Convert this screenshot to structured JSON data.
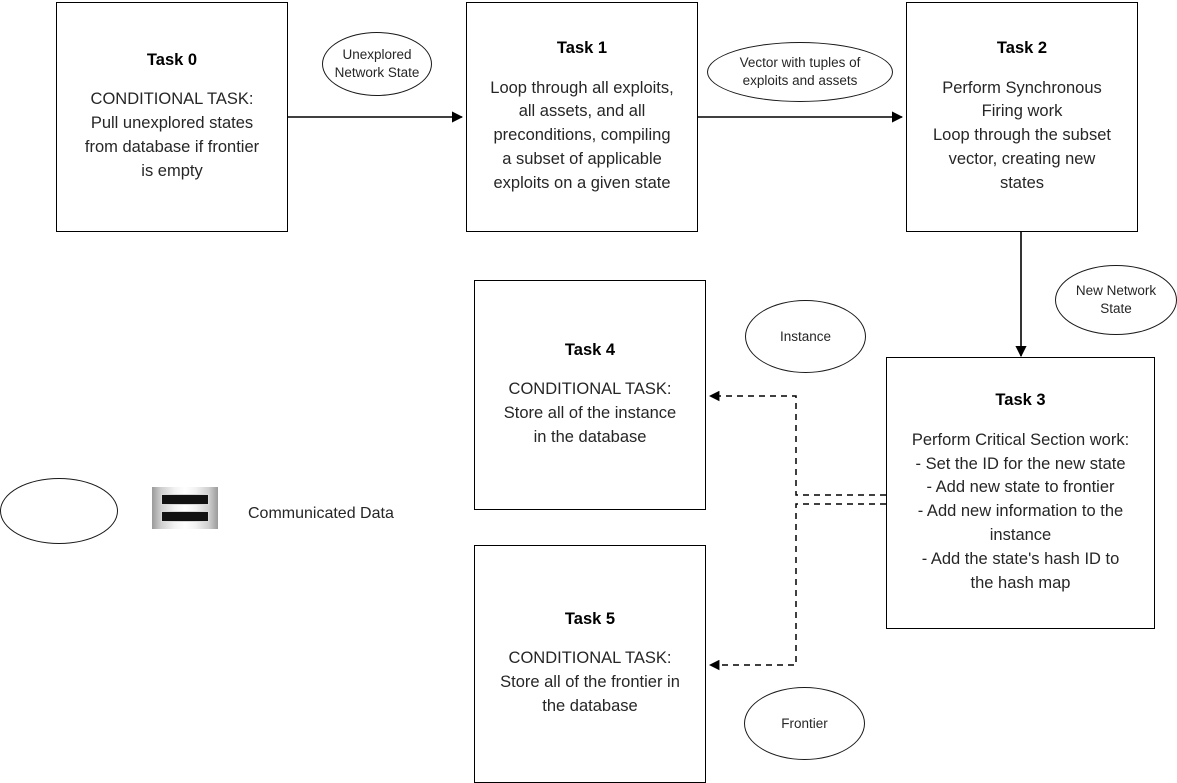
{
  "diagram": {
    "title": "Task pipeline flow diagram",
    "background_color": "#ffffff",
    "line_color": "#000000",
    "nodes": [
      {
        "id": "task0",
        "title": "Task 0",
        "body": "CONDITIONAL TASK:\nPull unexplored states\nfrom database if frontier\nis empty"
      },
      {
        "id": "task1",
        "title": "Task 1",
        "body": "Loop through all exploits,\nall assets, and all\npreconditions, compiling\na subset of applicable\nexploits on a given state"
      },
      {
        "id": "task2",
        "title": "Task 2",
        "body": "Perform Synchronous\nFiring work\nLoop through the subset\nvector, creating new\nstates"
      },
      {
        "id": "task3",
        "title": "Task 3",
        "body": "Perform Critical Section work:\n- Set the ID for the new state\n- Add new state to frontier\n- Add new information to the\ninstance\n- Add the state's hash ID to\nthe hash map"
      },
      {
        "id": "task4",
        "title": "Task 4",
        "body": "CONDITIONAL TASK:\nStore all of the instance\nin the database"
      },
      {
        "id": "task5",
        "title": "Task 5",
        "body": "CONDITIONAL TASK:\nStore all of the frontier in\nthe database"
      }
    ],
    "data_labels": [
      {
        "id": "unexplored-network-state",
        "label": "Unexplored\nNetwork State"
      },
      {
        "id": "vector-tuples",
        "label": "Vector with tuples of\nexploits and assets"
      },
      {
        "id": "new-network-state",
        "label": "New Network\nState"
      },
      {
        "id": "instance",
        "label": "Instance"
      },
      {
        "id": "frontier",
        "label": "Frontier"
      }
    ],
    "legend": {
      "shape_meaning": "Communicated Data",
      "icon_name": "communicated-data-icon"
    }
  }
}
